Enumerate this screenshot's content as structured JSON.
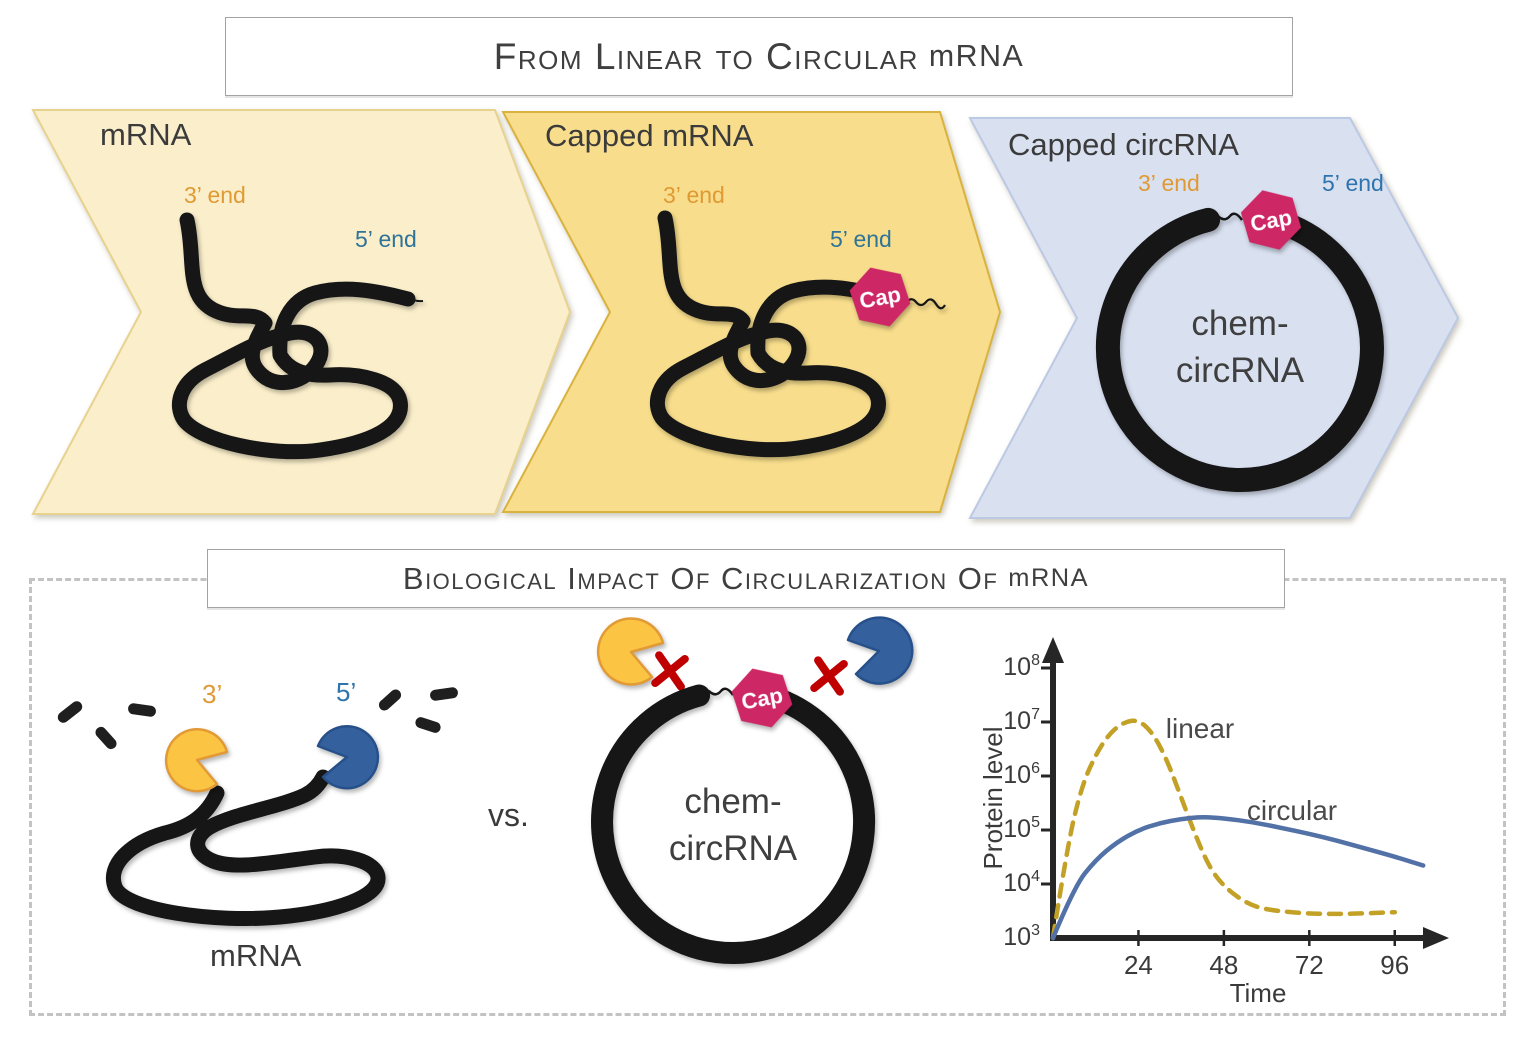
{
  "titles": {
    "top": {
      "main": "From Linear to Circular",
      "suffix": "mRNA"
    },
    "bottom": {
      "main": "Biological Impact Of Circularization Of",
      "suffix": "mRNA"
    }
  },
  "panels": {
    "mrna": {
      "label": "mRNA",
      "end3": "3’ end",
      "end5": "5’ end"
    },
    "capped_mrna": {
      "label": "Capped mRNA",
      "end3": "3’ end",
      "end5": "5’ end",
      "cap": "Cap"
    },
    "capped_circrna": {
      "label": "Capped circRNA",
      "end3": "3’ end",
      "end5": "5’ end",
      "cap": "Cap",
      "circle_line1": "chem-",
      "circle_line2": "circRNA"
    }
  },
  "comparison": {
    "left": {
      "end3": "3’",
      "end5": "5’",
      "label": "mRNA"
    },
    "vs": "vs.",
    "right": {
      "cap": "Cap",
      "circle_line1": "chem-",
      "circle_line2": "circRNA"
    }
  },
  "colors": {
    "panel1_fill": "#fbefcb",
    "panel1_stroke": "#e7d28f",
    "panel2_fill": "#f8de8c",
    "panel2_stroke": "#d9b23f",
    "panel3_fill": "#d9e1f1",
    "panel3_stroke": "#bcc9e4",
    "cap_fill": "#ce2765",
    "end3_color": "#e09a33",
    "end5_teal": "#2f7396",
    "end5_blue": "#2e74ad",
    "rna_black": "#161616",
    "pacman_orange": "#fbc443",
    "pacman_orange_stroke": "#e19a35",
    "pacman_blue": "#34619e",
    "pacman_blue_stroke": "#27508a",
    "x_red": "#c00000",
    "linear_curve": "#c3a127",
    "circular_curve": "#5271a6"
  },
  "chart_data": {
    "type": "line",
    "title": "",
    "xlabel": "Time",
    "ylabel": "Protein level",
    "x_ticks": [
      24,
      48,
      72,
      96
    ],
    "y_scale": "log10",
    "y_tick_exponents": [
      3,
      4,
      5,
      6,
      7,
      8
    ],
    "x_range": [
      0,
      106
    ],
    "y_range": [
      1000,
      100000000
    ],
    "grid": false,
    "legend_position": "inline-labels",
    "series": [
      {
        "name": "linear",
        "style": "dashed",
        "color": "#c3a127",
        "points": [
          [
            0,
            1000
          ],
          [
            4,
            50000
          ],
          [
            8,
            630000
          ],
          [
            12,
            2500000
          ],
          [
            16,
            6300000
          ],
          [
            20,
            10000000
          ],
          [
            24,
            11000000
          ],
          [
            28,
            6300000
          ],
          [
            32,
            2000000
          ],
          [
            36,
            400000
          ],
          [
            40,
            80000
          ],
          [
            44,
            20000
          ],
          [
            48,
            9000
          ],
          [
            54,
            4500
          ],
          [
            60,
            3300
          ],
          [
            72,
            2800
          ],
          [
            84,
            2800
          ],
          [
            96,
            3000
          ]
        ]
      },
      {
        "name": "circular",
        "style": "solid",
        "color": "#5271a6",
        "points": [
          [
            0,
            1000
          ],
          [
            6,
            9000
          ],
          [
            12,
            28000
          ],
          [
            18,
            60000
          ],
          [
            24,
            100000
          ],
          [
            30,
            135000
          ],
          [
            36,
            160000
          ],
          [
            42,
            175000
          ],
          [
            48,
            165000
          ],
          [
            56,
            140000
          ],
          [
            64,
            110000
          ],
          [
            72,
            85000
          ],
          [
            80,
            63000
          ],
          [
            88,
            45000
          ],
          [
            96,
            32000
          ],
          [
            104,
            22000
          ]
        ]
      }
    ]
  }
}
